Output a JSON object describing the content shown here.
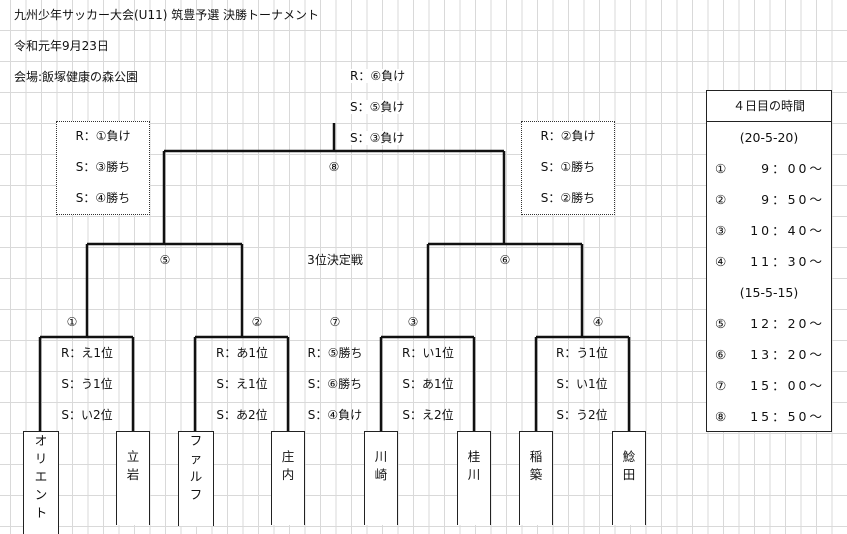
{
  "header": {
    "title": "九州少年サッカー大会(U11) 筑豊予選  決勝トーナメント",
    "date": "令和元年9月23日",
    "venue": "会場:飯塚健康の森公園"
  },
  "final_labels": [
    "R：⑥負け",
    "S：⑤負け",
    "S：③負け"
  ],
  "semi_left_box": [
    "R：①負け",
    "S：③勝ち",
    "S：④勝ち"
  ],
  "semi_right_box": [
    "R：②負け",
    "S：①勝ち",
    "S：②勝ち"
  ],
  "third_place_label": "3位決定戦",
  "match_numbers": {
    "m1": "①",
    "m2": "②",
    "m3": "③",
    "m4": "④",
    "m5": "⑤",
    "m6": "⑥",
    "m7": "⑦",
    "m8": "⑧"
  },
  "first_round_refs": {
    "m1": [
      "R：え1位",
      "S：う1位",
      "S：い2位"
    ],
    "m2": [
      "R：あ1位",
      "S：え1位",
      "S：あ2位"
    ],
    "m7": [
      "R：⑤勝ち",
      "S：⑥勝ち",
      "S：④負け"
    ],
    "m3": [
      "R：い1位",
      "S：あ1位",
      "S：え2位"
    ],
    "m4": [
      "R：う1位",
      "S：い1位",
      "S：う2位"
    ]
  },
  "teams": [
    "オリエント",
    "立岩",
    "ファルフ",
    "庄内",
    "川崎",
    "桂川",
    "稲築",
    "鯰田"
  ],
  "schedule": {
    "title": "４日目の時間",
    "rows": [
      {
        "type": "sub",
        "text": "(20-5-20)"
      },
      {
        "type": "slot",
        "num": "①",
        "time": "9：00〜"
      },
      {
        "type": "slot",
        "num": "②",
        "time": "9：50〜"
      },
      {
        "type": "slot",
        "num": "③",
        "time": "10：40〜"
      },
      {
        "type": "slot",
        "num": "④",
        "time": "11：30〜"
      },
      {
        "type": "sub",
        "text": "(15-5-15)"
      },
      {
        "type": "slot",
        "num": "⑤",
        "time": "12：20〜"
      },
      {
        "type": "slot",
        "num": "⑥",
        "time": "13：20〜"
      },
      {
        "type": "slot",
        "num": "⑦",
        "time": "15：00〜"
      },
      {
        "type": "slot",
        "num": "⑧",
        "time": "15：50〜"
      }
    ]
  }
}
